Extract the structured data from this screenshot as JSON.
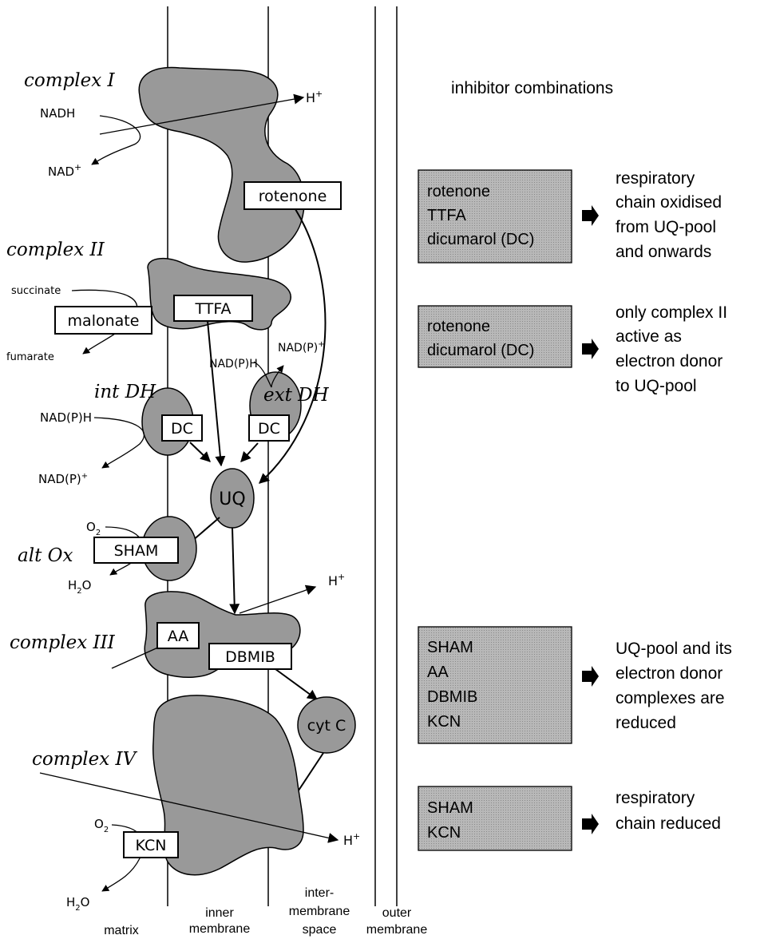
{
  "complexes": {
    "c1": "complex I",
    "c2": "complex II",
    "int_dh": "int DH",
    "ext_dh": "ext DH",
    "alt_ox": "alt Ox",
    "c3": "complex III",
    "c4": "complex IV"
  },
  "inhibitors": {
    "rotenone": "rotenone",
    "malonate": "malonate",
    "ttfa": "TTFA",
    "dc_int": "DC",
    "dc_ext": "DC",
    "sham": "SHAM",
    "aa": "AA",
    "dbmib": "DBMIB",
    "kcn": "KCN"
  },
  "carriers": {
    "uq": "UQ",
    "cytc": "cyt C"
  },
  "substrates": {
    "nadh": "NADH",
    "nad_plus": "NAD",
    "succinate": "succinate",
    "fumarate": "fumarate",
    "nadph_ext": "NAD(P)H",
    "nadp_ext": "NAD(P)",
    "nadph_int": "NAD(P)H",
    "nadp_int": "NAD(P)",
    "o2_alt": "O",
    "h2o_alt": "H",
    "o2_c4": "O",
    "h2o_c4": "H",
    "h_c1": "H",
    "h_c3": "H",
    "h_c4": "H",
    "sup_plus": "+",
    "sub_2": "2",
    "o_suffix": "O"
  },
  "compartments": {
    "matrix": "matrix",
    "inner_line1": "inner",
    "inner_line2": "membrane",
    "ims_line1": "inter-",
    "ims_line2": "membrane",
    "ims_line3": "space",
    "outer_line1": "outer",
    "outer_line2": "membrane"
  },
  "panel": {
    "title": "inhibitor combinations",
    "combos": [
      {
        "inhibitors": [
          "rotenone",
          "TTFA",
          "dicumarol (DC)"
        ],
        "result": [
          "respiratory",
          "chain oxidised",
          "from UQ-pool",
          "and onwards"
        ]
      },
      {
        "inhibitors": [
          "rotenone",
          "dicumarol (DC)"
        ],
        "result": [
          "only complex II",
          "active as",
          "electron donor",
          "to UQ-pool"
        ]
      },
      {
        "inhibitors": [
          "SHAM",
          "AA",
          "DBMIB",
          "KCN"
        ],
        "result": [
          "UQ-pool and its",
          "electron donor",
          "complexes are",
          "reduced"
        ]
      },
      {
        "inhibitors": [
          "SHAM",
          "KCN"
        ],
        "result": [
          "respiratory",
          "chain reduced"
        ]
      }
    ]
  },
  "colors": {
    "protein": "#999999",
    "shade": "#b5b5b5",
    "ink": "#000000"
  }
}
